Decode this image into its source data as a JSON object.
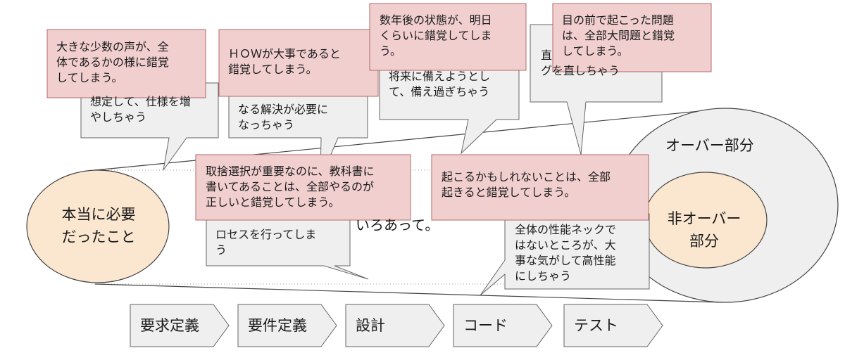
{
  "colors": {
    "pink_fill": "#f2cfcf",
    "pink_border": "#b06a6a",
    "bubble_fill": "#efefef",
    "bubble_border": "#666666",
    "beige_fill": "#fbe6d0",
    "outline": "#444444"
  },
  "ovals": {
    "left": "本当に必要\nだったこと",
    "over": "オーバー部分",
    "inner": "非オーバー\n部分"
  },
  "steps": [
    "要求定義",
    "要件定義",
    "設計",
    "コード",
    "テスト"
  ],
  "bubbles": {
    "b1": "想定して、仕様を増\nやしちゃう",
    "b2": "なる解決が必要に\nなっちゃう",
    "b3": "将来に備えようとし\nて、備え過ぎちゃう",
    "b4": "直\nグを直しちゃう",
    "b5": "ロセスを行ってしま\nう",
    "b6": "全体の性能ネックで\nはないところが、大\n事な気がして高性能\nにしちゃう"
  },
  "fragment": "いろあって。",
  "notes": {
    "n1": "大きな少数の声が、全\n体であるかの様に錯覚\nしてしまう。",
    "n2": "ＨＯＷが大事であると\n錯覚してしまう。",
    "n3": "数年後の状態が、明日\nくらいに錯覚してしま\nう。",
    "n4": "目の前で起こった問題\nは、全部大問題と錯覚\nしてしまう。",
    "n5": "取捨選択が重要なのに、教科書に\n書いてあることは、全部やるのが\n正しいと錯覚してしまう。",
    "n6": "起こるかもしれないことは、全部\n起きると錯覚してしまう。"
  }
}
